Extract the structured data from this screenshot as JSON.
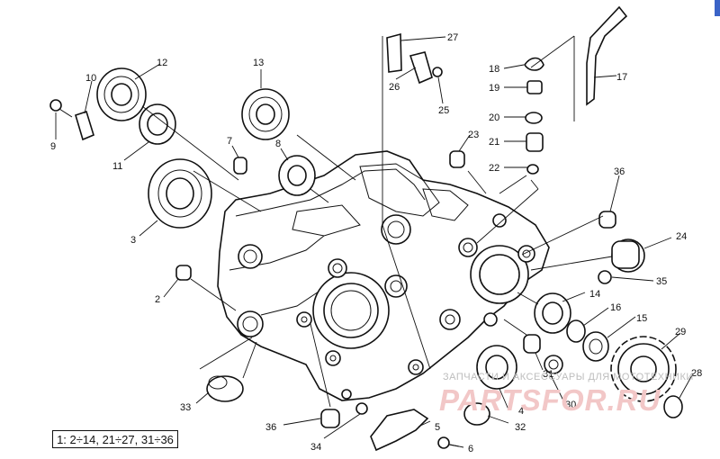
{
  "kit_note": "1: 2÷14, 21÷27, 31÷36",
  "watermark": {
    "caption": "ЗАПЧАСТИ И АКСЕССУАРЫ ДЛЯ МОТОТЕХНИКИ",
    "logo": "PARTSFOR.RU"
  },
  "callouts": [
    "2",
    "3",
    "4",
    "5",
    "6",
    "7",
    "8",
    "9",
    "10",
    "11",
    "12",
    "13",
    "14",
    "15",
    "16",
    "17",
    "18",
    "19",
    "20",
    "21",
    "22",
    "23",
    "24",
    "25",
    "26",
    "27",
    "28",
    "29",
    "30",
    "31",
    "32",
    "33",
    "34",
    "35",
    "36",
    "36"
  ]
}
